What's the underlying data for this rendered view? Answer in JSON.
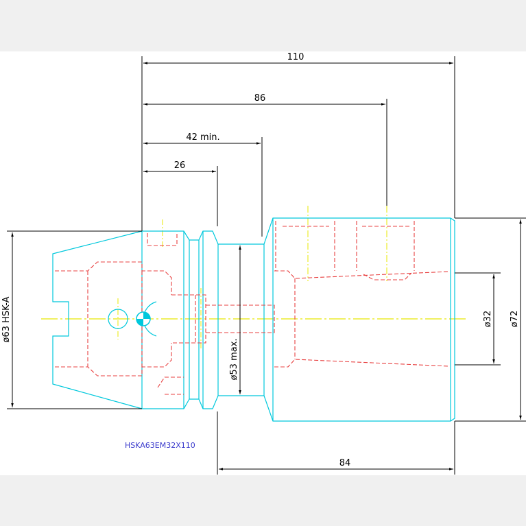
{
  "dimensions": {
    "overall_length": "110",
    "length_86": "86",
    "min_clamp": "42 min.",
    "length_26": "26",
    "length_84": "84",
    "hsk_diameter": "ø63 HSK-A",
    "neck_diameter": "ø53 max.",
    "bore_diameter": "ø32",
    "body_diameter": "ø72"
  },
  "part_number": "HSKA63EM32X110",
  "colors": {
    "background": "#f0f0f0",
    "outline": "#00c8dc",
    "hidden": "#e84040",
    "center": "#e8e800",
    "dimension": "#000000",
    "label": "#3a3acc"
  }
}
